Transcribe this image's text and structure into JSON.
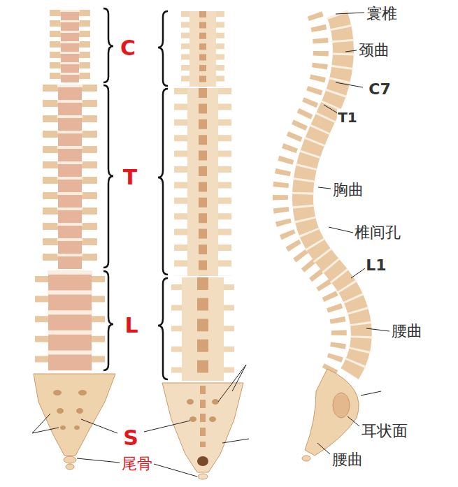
{
  "diagram": {
    "labels": [
      "C",
      "T",
      "L",
      "S",
      "尾骨",
      "寰椎",
      "颈曲",
      "C7",
      "T1",
      "胸曲",
      "椎间孔",
      "L1",
      "腰曲",
      "耳状面",
      "腰曲"
    ]
  }
}
